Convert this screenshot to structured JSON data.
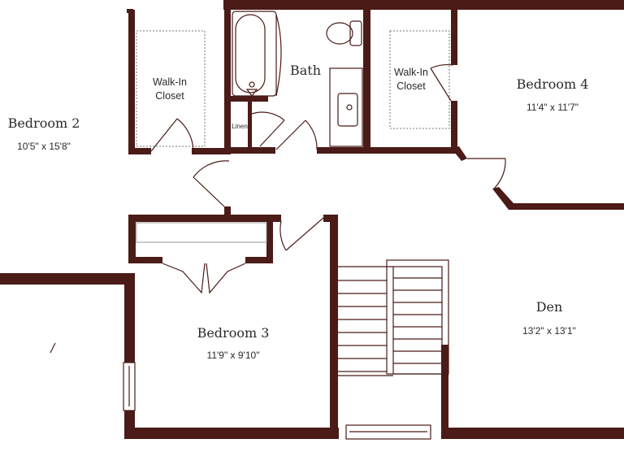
{
  "rooms": {
    "bedroom2": {
      "name": "Bedroom 2",
      "dims": "10'5\" x 15'8\""
    },
    "bedroom3": {
      "name": "Bedroom 3",
      "dims": "11'9\" x 9'10\""
    },
    "bedroom4": {
      "name": "Bedroom 4",
      "dims": "11'4\" x 11'7\""
    },
    "den": {
      "name": "Den",
      "dims": "13'2\" x 13'1\""
    },
    "bath": {
      "name": "Bath"
    }
  },
  "closets": {
    "walkin_left": {
      "line1": "Walk-In",
      "line2": "Closet"
    },
    "walkin_right": {
      "line1": "Walk-In",
      "line2": "Closet"
    },
    "linen": "Linen"
  },
  "colors": {
    "wall": "#4a1b17",
    "background": "#ffffff"
  }
}
